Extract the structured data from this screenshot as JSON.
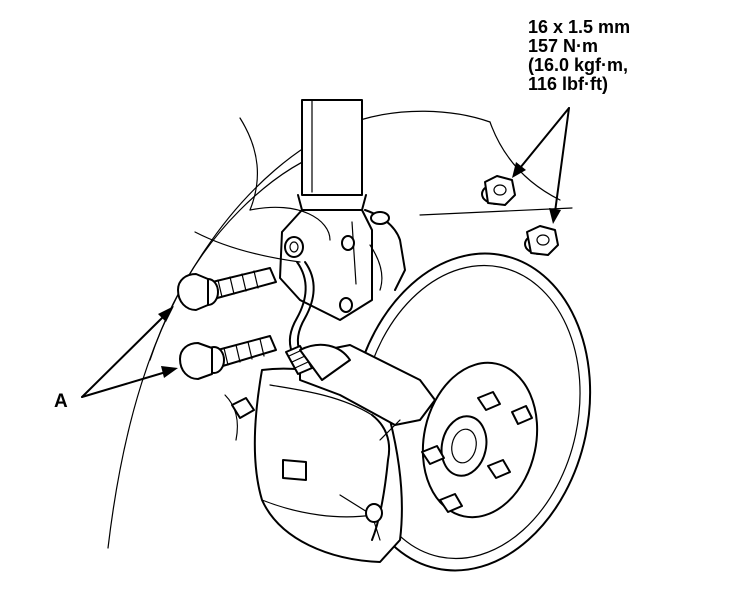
{
  "spec": {
    "line1": "16 x 1.5 mm",
    "line2": "157 N·m",
    "line3": "(16.0 kgf·m,",
    "line4": "116 lbf·ft)"
  },
  "callout_a": "A",
  "colors": {
    "ink": "#000000",
    "paper": "#ffffff"
  }
}
